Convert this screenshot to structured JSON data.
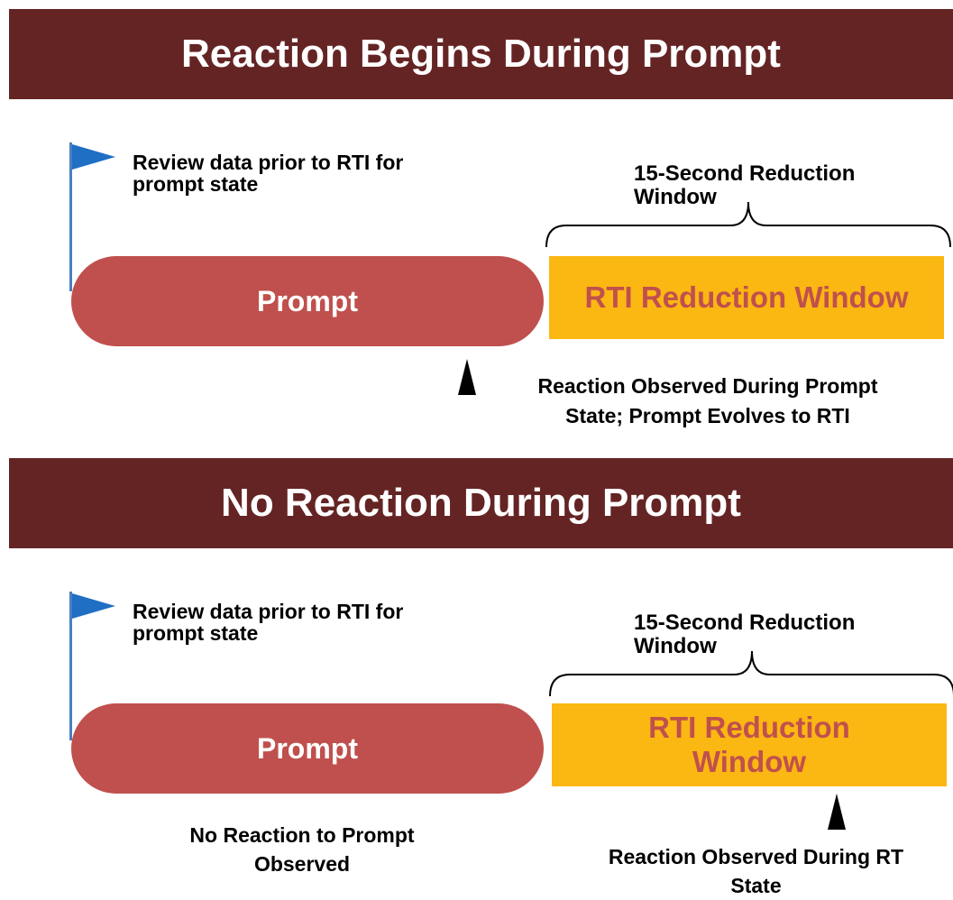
{
  "top": {
    "title": "Reaction Begins During Prompt",
    "review_note": "Review data prior to RTI for\nprompt state",
    "window_label": "15-Second Reduction\nWindow",
    "prompt_label": "Prompt",
    "rti_label": "RTI Reduction Window",
    "reaction_note": "Reaction Observed During Prompt\nState; Prompt Evolves to RTI"
  },
  "bottom": {
    "title": "No Reaction During Prompt",
    "review_note": "Review data prior to RTI for\nprompt state",
    "window_label": "15-Second Reduction\nWindow",
    "prompt_label": "Prompt",
    "rti_label": "RTI Reduction\nWindow",
    "no_reaction_note": "No Reaction to Prompt\nObserved",
    "reaction_note": "Reaction Observed During RT\nState"
  },
  "colors": {
    "banner": "#652424",
    "prompt": "#c0504d",
    "rti_window": "#fbb712",
    "flag": "#1f6fc4"
  }
}
